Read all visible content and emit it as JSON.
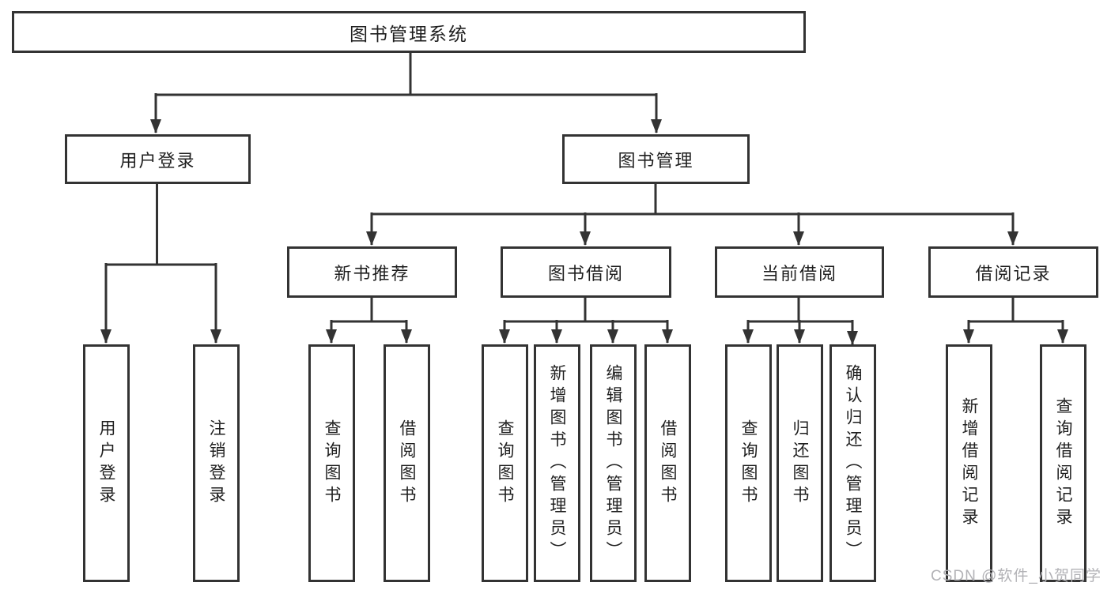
{
  "diagram": {
    "root": {
      "label": "图书管理系统"
    },
    "level2": [
      {
        "label": "用户登录"
      },
      {
        "label": "图书管理"
      }
    ],
    "level3": [
      {
        "label": "新书推荐"
      },
      {
        "label": "图书借阅"
      },
      {
        "label": "当前借阅"
      },
      {
        "label": "借阅记录"
      }
    ],
    "leaves": {
      "user_login": [
        "用户登录",
        "注销登录"
      ],
      "new_book_recommend": [
        "查询图书",
        "借阅图书"
      ],
      "book_borrow": [
        "查询图书",
        "新增图书（管理员）",
        "编辑图书（管理员）",
        "借阅图书"
      ],
      "current_borrow": [
        "查询图书",
        "归还图书",
        "确认归还（管理员）"
      ],
      "borrow_record": [
        "新增借阅记录",
        "查询借阅记录"
      ]
    },
    "watermark": "CSDN @软件_小贺同学",
    "colors": {
      "line": "#333333",
      "text": "#1f1f1f",
      "background": "#ffffff",
      "watermark": "#b2b2b6"
    }
  }
}
